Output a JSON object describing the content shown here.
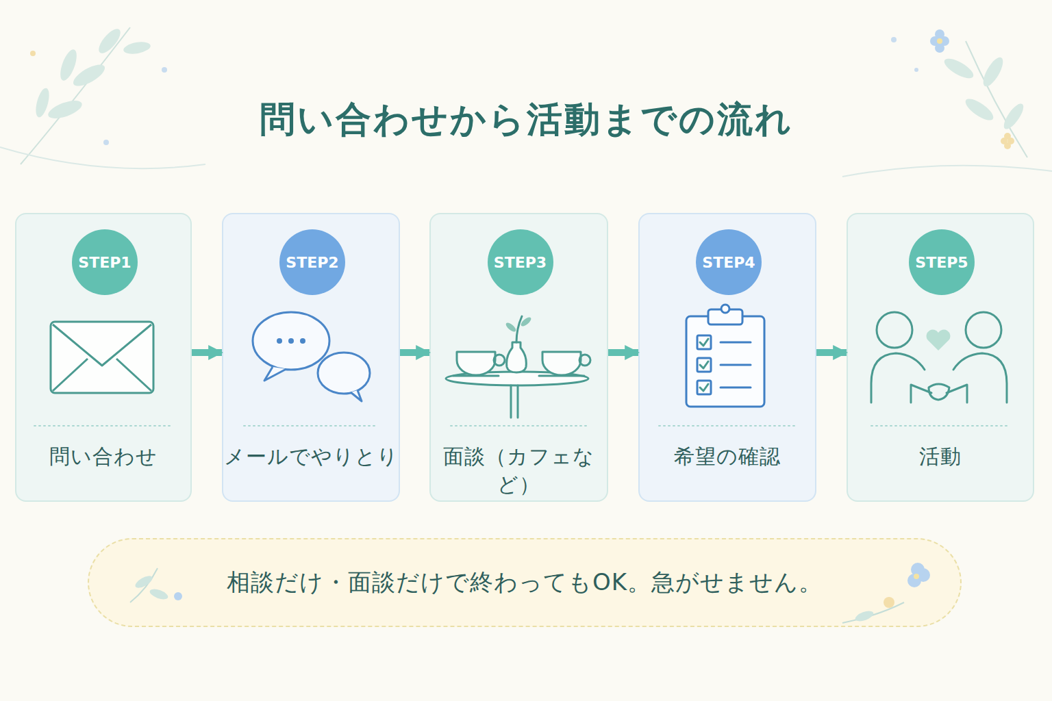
{
  "diagram": {
    "title": "問い合わせから活動までの流れ",
    "nodes": [
      {
        "text": [
          "問い合わせ"
        ]
      },
      {
        "text": [
          "STEP1"
        ],
        "in": 0
      },
      {
        "text": [
          "メールでやりとり"
        ]
      },
      {
        "text": [
          "STEP2"
        ],
        "in": 2
      },
      {
        "text": [
          "面談（カフェなど）"
        ]
      },
      {
        "text": [
          "STEP3"
        ],
        "in": 4
      },
      {
        "text": [
          "希望の確認"
        ]
      },
      {
        "text": [
          "STEP4"
        ],
        "in": 6
      },
      {
        "text": [
          "活動"
        ]
      },
      {
        "text": [
          "STEP5"
        ],
        "in": 8
      },
      {
        "text": [
          "相談だけ・面談だけで終わってもOK。急がせません。"
        ]
      }
    ],
    "edges": [
      {
        "from": 0,
        "to": 2,
        "arrow": "to"
      },
      {
        "from": 2,
        "to": 4,
        "arrow": "to"
      },
      {
        "from": 4,
        "to": 6,
        "arrow": "to"
      },
      {
        "from": 6,
        "to": 8,
        "arrow": "to"
      }
    ]
  }
}
